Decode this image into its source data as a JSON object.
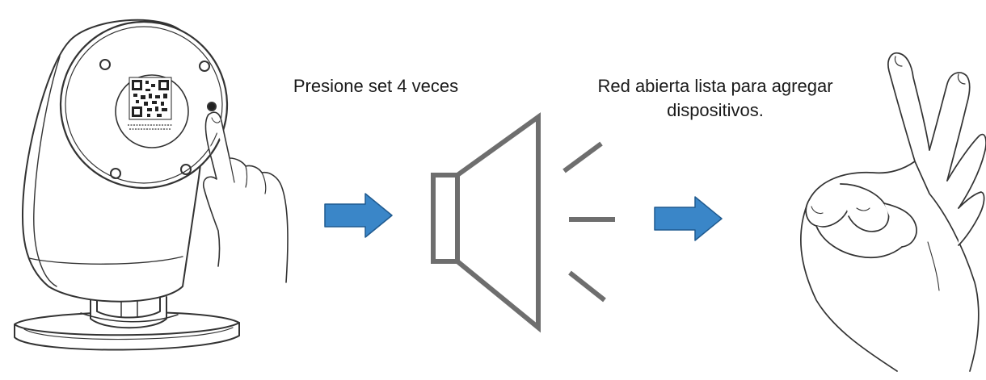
{
  "steps": {
    "press_caption": "Presione set 4 veces",
    "ready_caption_line1": "Red abierta lista para agregar",
    "ready_caption_line2": "dispositivos."
  },
  "icons": {
    "camera": "security-camera-illustration",
    "finger": "pressing-finger-illustration",
    "arrow_1": "right-arrow-icon",
    "speaker": "speaker-sound-icon",
    "arrow_2": "right-arrow-icon",
    "hand": "ok-hand-gesture-illustration"
  },
  "colors": {
    "arrow_fill": "#3a86c8",
    "arrow_stroke": "#1f5a8f",
    "speaker": "#6e6e6e",
    "line_art": "#333333"
  }
}
